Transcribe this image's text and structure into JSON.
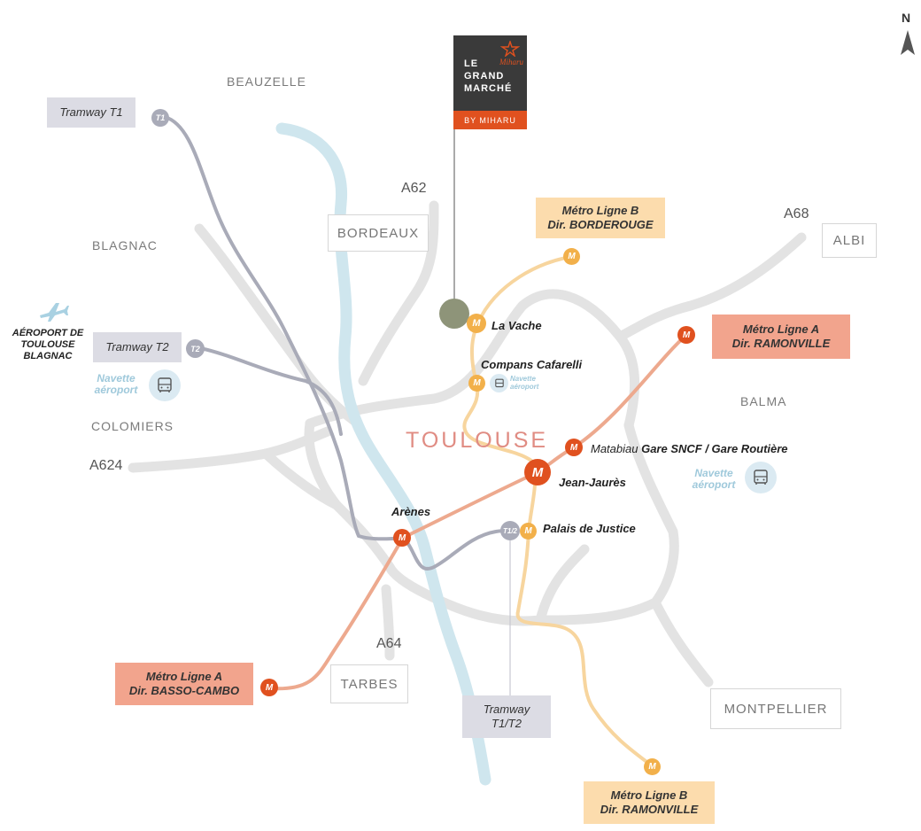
{
  "compass": {
    "letter": "N",
    "icon": "north-arrow-icon"
  },
  "brand": {
    "line1": "LE",
    "line2": "GRAND",
    "line3": "MARCHÉ",
    "tag": "BY MIHARU",
    "mark": "Miharu",
    "colors": {
      "panel": "#3a3a3a",
      "accent": "#e0511f"
    }
  },
  "towns": {
    "beauzelle": "BEAUZELLE",
    "blagnac": "BLAGNAC",
    "colomiers": "COLOMIERS",
    "balma": "BALMA"
  },
  "roads": {
    "a62": "A62",
    "a68": "A68",
    "a624": "A624",
    "a64": "A64"
  },
  "cities": {
    "bordeaux": "BORDEAUX",
    "albi": "ALBI",
    "tarbes": "TARBES",
    "montpellier": "MONTPELLIER"
  },
  "city_center": "TOULOUSE",
  "airport": {
    "line1": "AÉROPORT DE",
    "line2": "TOULOUSE",
    "line3": "BLAGNAC",
    "icon": "airplane-icon"
  },
  "line_boxes": {
    "tram_t1": "Tramway T1",
    "tram_t2": "Tramway T2",
    "tram_t1t2": {
      "line1": "Tramway",
      "line2": "T1/T2"
    },
    "metro_b_north": {
      "line1": "Métro Ligne B",
      "line2": "Dir. BORDEROUGE"
    },
    "metro_a_east": {
      "line1": "Métro Ligne A",
      "line2": "Dir. RAMONVILLE"
    },
    "metro_a_west": {
      "line1": "Métro Ligne A",
      "line2": "Dir. BASSO-CAMBO"
    },
    "metro_b_south": {
      "line1": "Métro Ligne B",
      "line2": "Dir. RAMONVILLE"
    }
  },
  "badges": {
    "metro": "M",
    "t1": "T1",
    "t2": "T2",
    "t1t2": "T1/2"
  },
  "stations": {
    "la_vache": "La Vache",
    "compans": "Compans Cafarelli",
    "matabiau_a": "Matabiau ",
    "matabiau_b": "Gare SNCF / Gare Routière",
    "jean_jaures": "Jean-Jaurès",
    "palais": "Palais de Justice",
    "arenes": "Arènes"
  },
  "shuttles": {
    "airport": {
      "line1": "Navette",
      "line2": "aéroport"
    },
    "compans": {
      "line1": "Navette",
      "line2": "aéroport"
    },
    "matabiau": {
      "line1": "Navette",
      "line2": "aéroport"
    }
  },
  "colors": {
    "metro_a": "#e0511f",
    "metro_a_line": "#eda98e",
    "metro_b": "#f2b04a",
    "metro_b_line": "#f7d59e",
    "tram": "#a9abb8",
    "river": "#cfe6ee",
    "road": "#e3e3e3",
    "box_metro_a": "#f2a48d",
    "box_metro_b": "#fcdcad",
    "box_tram": "#dcdce4"
  }
}
